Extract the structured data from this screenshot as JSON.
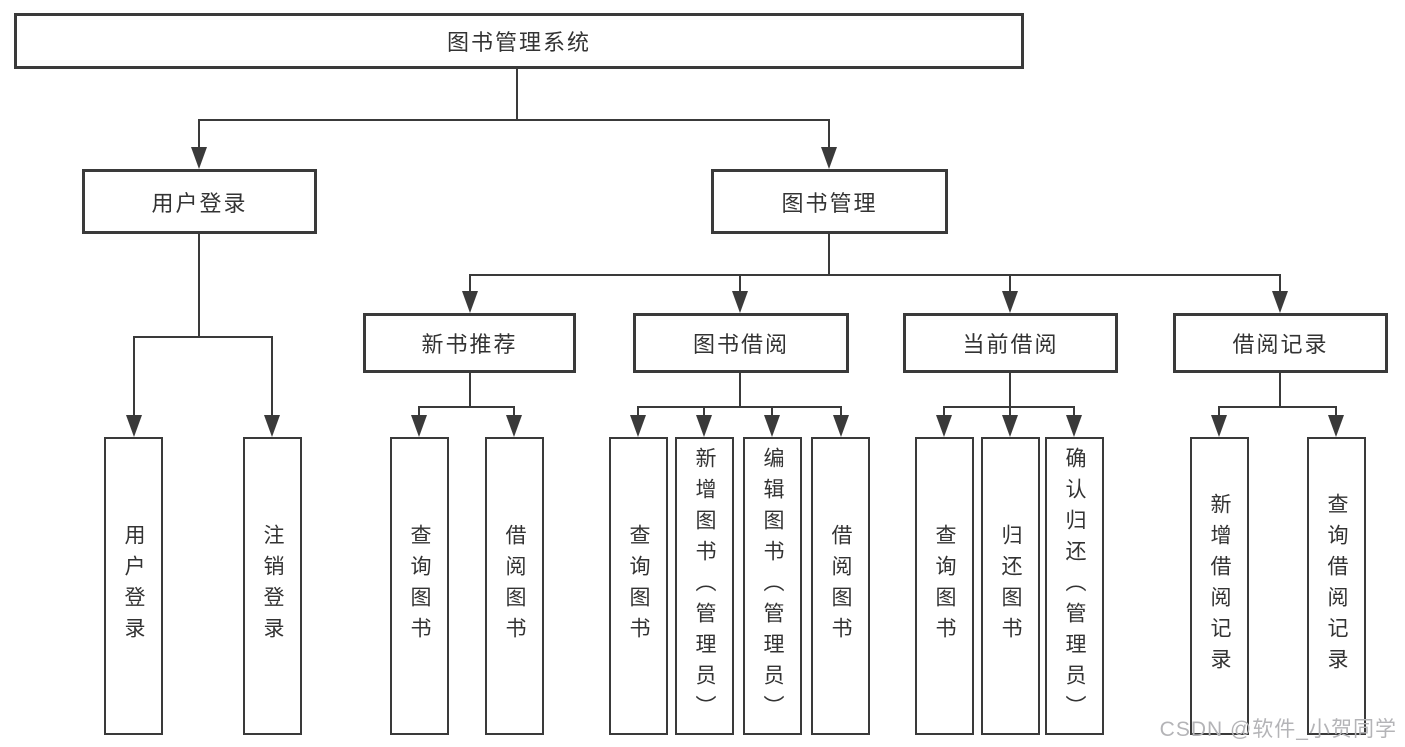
{
  "tree": {
    "root": {
      "label": "图书管理系统",
      "children": [
        {
          "label": "用户登录",
          "children": [
            {
              "label": "用户登录"
            },
            {
              "label": "注销登录"
            }
          ]
        },
        {
          "label": "图书管理",
          "children": [
            {
              "label": "新书推荐",
              "children": [
                {
                  "label": "查询图书"
                },
                {
                  "label": "借阅图书"
                }
              ]
            },
            {
              "label": "图书借阅",
              "children": [
                {
                  "label": "查询图书"
                },
                {
                  "label": "新增图书（管理员）"
                },
                {
                  "label": "编辑图书（管理员）"
                },
                {
                  "label": "借阅图书"
                }
              ]
            },
            {
              "label": "当前借阅",
              "children": [
                {
                  "label": "查询图书"
                },
                {
                  "label": "归还图书"
                },
                {
                  "label": "确认归还（管理员）"
                }
              ]
            },
            {
              "label": "借阅记录",
              "children": [
                {
                  "label": "新增借阅记录"
                },
                {
                  "label": "查询借阅记录"
                }
              ]
            }
          ]
        }
      ]
    }
  },
  "watermark": {
    "text": "CSDN @软件_小贺同学"
  },
  "colors": {
    "line": "#3a3a3a",
    "text": "#333333",
    "background": "#ffffff",
    "watermark": "#b4b4b7"
  }
}
